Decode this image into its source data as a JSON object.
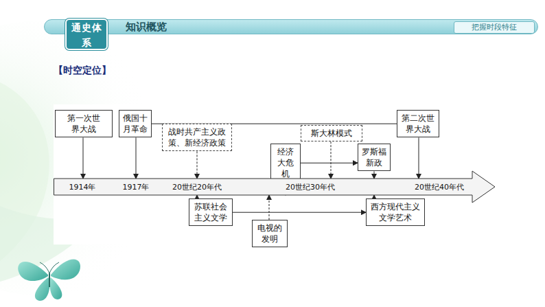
{
  "diagram": {
    "nodes": [
      {
        "text": [
          "知识概览"
        ]
      },
      {
        "text": [
          "通史体系"
        ],
        "in": 0
      },
      {
        "text": [
          "把握时段特征"
        ],
        "in": 0
      },
      {
        "text": [
          "第一次世界大战"
        ]
      },
      {
        "text": [
          "俄国十月革命"
        ]
      },
      {
        "text": [
          "战时共产主义政策、新经济政策"
        ]
      },
      {
        "text": [
          "斯大林模式"
        ]
      },
      {
        "text": [
          "第二次世界大战"
        ]
      },
      {
        "text": [
          "经济大危机"
        ]
      },
      {
        "text": [
          "罗斯福新政"
        ]
      },
      {
        "text": [
          "1914年",
          "1917年",
          "20世纪20年代",
          "20世纪30年代",
          "20世纪40年代"
        ]
      },
      {
        "text": [
          "苏联社会主义文学"
        ]
      },
      {
        "text": [
          "电视的发明"
        ]
      },
      {
        "text": [
          "西方现代主义文学艺术"
        ]
      }
    ],
    "edges": [
      {
        "from": 3,
        "to": 10,
        "arrow": "to"
      },
      {
        "from": 4,
        "to": 10,
        "arrow": "to"
      },
      {
        "from": 4,
        "to": 7,
        "arrow": "none"
      },
      {
        "from": 5,
        "to": 10,
        "arrow": "to"
      },
      {
        "from": 6,
        "to": 10,
        "arrow": "to"
      },
      {
        "from": 8,
        "to": 10,
        "arrow": "to"
      },
      {
        "from": 8,
        "to": 9,
        "arrow": "to"
      },
      {
        "from": 9,
        "to": 10,
        "arrow": "to"
      },
      {
        "from": 7,
        "to": 10,
        "arrow": "to"
      },
      {
        "from": 11,
        "to": 10,
        "arrow": "to"
      },
      {
        "from": 12,
        "to": 10,
        "arrow": "to"
      },
      {
        "from": 13,
        "to": 10,
        "arrow": "to"
      },
      {
        "from": 11,
        "to": 13,
        "arrow": "to"
      }
    ],
    "labels": [
      "【时空定位】"
    ]
  }
}
